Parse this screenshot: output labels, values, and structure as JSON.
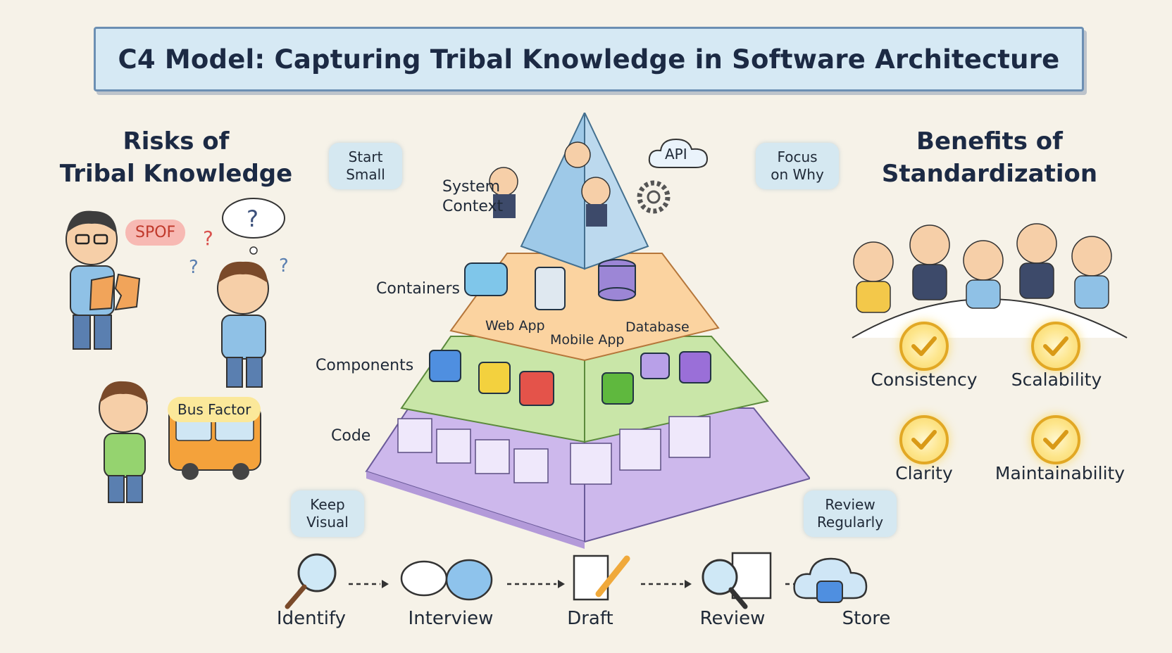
{
  "title": "C4 Model: Capturing Tribal Knowledge in Software Architecture",
  "left": {
    "heading": "Risks of\nTribal Knowledge",
    "spof": "SPOF",
    "bus_factor": "Bus Factor"
  },
  "right": {
    "heading": "Benefits of\nStandardization",
    "benefits": [
      "Consistency",
      "Scalability",
      "Clarity",
      "Maintainability"
    ]
  },
  "tips": {
    "start_small": "Start\nSmall",
    "focus_on_why": "Focus\non Why",
    "keep_visual": "Keep\nVisual",
    "review_regularly": "Review\nRegularly"
  },
  "pyramid": {
    "layers": [
      "System\nContext",
      "Containers",
      "Components",
      "Code"
    ],
    "api_label": "API",
    "containers": [
      "Web App",
      "Mobile App",
      "Database"
    ]
  },
  "process": {
    "steps": [
      "Identify",
      "Interview",
      "Draft",
      "Review",
      "Store"
    ]
  },
  "icons": [
    "magnifier-icon",
    "chat-bubbles-icon",
    "document-pencil-icon",
    "review-document-icon",
    "cloud-database-icon",
    "gear-icon",
    "cloud-icon",
    "puzzle-icon",
    "check-icon",
    "bus-icon"
  ],
  "colors": {
    "background": "#f6f2e8",
    "title_bg": "#d6e9f4",
    "layer_context": "#bcd9ee",
    "layer_containers": "#fbd3a0",
    "layer_components": "#c9e6a8",
    "layer_code": "#cdb8ec",
    "check": "#f7d56a"
  }
}
